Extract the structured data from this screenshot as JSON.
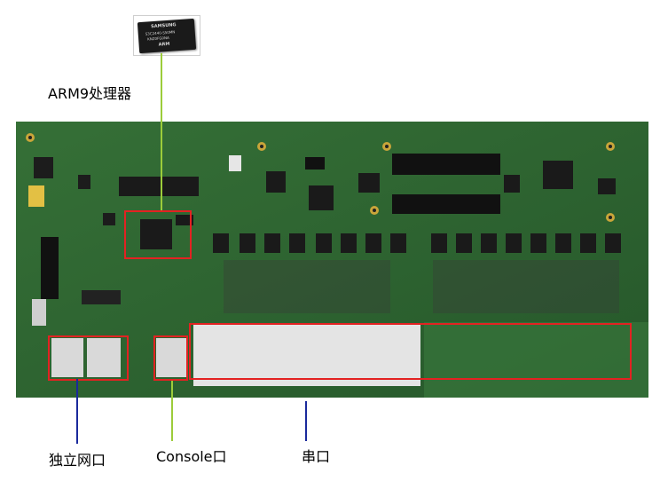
{
  "labels": {
    "processor": "ARM9处理器",
    "ethernet": "独立网口",
    "console": "Console口",
    "serial": "串口"
  },
  "chip_thumbnail": {
    "brand": "SAMSUNG",
    "part": "S3C2440-S50MN",
    "code": "KNZ0FG0NA",
    "logo": "ARM"
  },
  "colors": {
    "board_green": "#2c6330",
    "highlight_red": "#e32222",
    "leader_green": "#9ccc3a",
    "leader_blue": "#1a2a9c"
  }
}
